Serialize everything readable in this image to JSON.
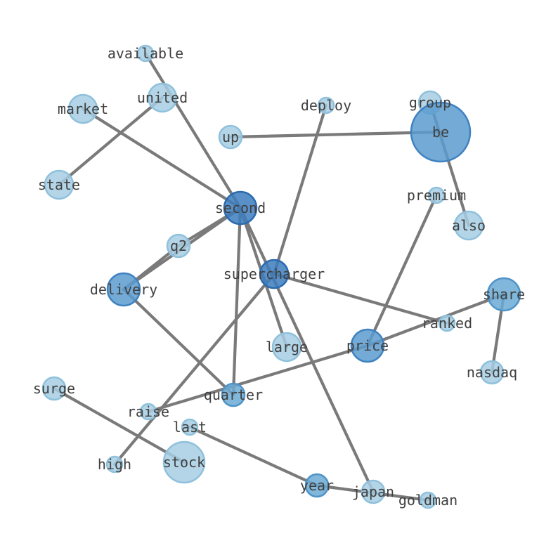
{
  "graph": {
    "nodes": [
      {
        "id": "available",
        "label": "available",
        "size": 1,
        "tone": 1
      },
      {
        "id": "united",
        "label": "united",
        "size": 3,
        "tone": 1
      },
      {
        "id": "market",
        "label": "market",
        "size": 3,
        "tone": 1
      },
      {
        "id": "state",
        "label": "state",
        "size": 3,
        "tone": 1
      },
      {
        "id": "deploy",
        "label": "deploy",
        "size": 1,
        "tone": 1
      },
      {
        "id": "group",
        "label": "group",
        "size": 2,
        "tone": 1
      },
      {
        "id": "be",
        "label": "be",
        "size": 8,
        "tone": 3
      },
      {
        "id": "up",
        "label": "up",
        "size": 2,
        "tone": 1
      },
      {
        "id": "premium",
        "label": "premium",
        "size": 1,
        "tone": 1
      },
      {
        "id": "also",
        "label": "also",
        "size": 3,
        "tone": 1
      },
      {
        "id": "second",
        "label": "second",
        "size": 4,
        "tone": 4
      },
      {
        "id": "q2",
        "label": "q2",
        "size": 2,
        "tone": 1
      },
      {
        "id": "supercharger",
        "label": "supercharger",
        "size": 3,
        "tone": 4
      },
      {
        "id": "delivery",
        "label": "delivery",
        "size": 4,
        "tone": 3
      },
      {
        "id": "share",
        "label": "share",
        "size": 4,
        "tone": 2
      },
      {
        "id": "ranked",
        "label": "ranked",
        "size": 1,
        "tone": 1
      },
      {
        "id": "large",
        "label": "large",
        "size": 3,
        "tone": 1
      },
      {
        "id": "price",
        "label": "price",
        "size": 4,
        "tone": 3
      },
      {
        "id": "nasdaq",
        "label": "nasdaq",
        "size": 2,
        "tone": 1
      },
      {
        "id": "surge",
        "label": "surge",
        "size": 2,
        "tone": 1
      },
      {
        "id": "quarter",
        "label": "quarter",
        "size": 2,
        "tone": 2
      },
      {
        "id": "raise",
        "label": "raise",
        "size": 1,
        "tone": 1
      },
      {
        "id": "last",
        "label": "last",
        "size": 1,
        "tone": 1
      },
      {
        "id": "stock",
        "label": "stock",
        "size": 5,
        "tone": 1
      },
      {
        "id": "high",
        "label": "high",
        "size": 1,
        "tone": 1
      },
      {
        "id": "year",
        "label": "year",
        "size": 2,
        "tone": 2
      },
      {
        "id": "japan",
        "label": "japan",
        "size": 2,
        "tone": 1
      },
      {
        "id": "goldman",
        "label": "goldman",
        "size": 1,
        "tone": 1
      }
    ],
    "edges": [
      [
        "available",
        "second"
      ],
      [
        "market",
        "second"
      ],
      [
        "united",
        "state"
      ],
      [
        "up",
        "be"
      ],
      [
        "group",
        "also"
      ],
      [
        "deploy",
        "supercharger"
      ],
      [
        "second",
        "q2"
      ],
      [
        "second",
        "delivery"
      ],
      [
        "second",
        "quarter"
      ],
      [
        "second",
        "large"
      ],
      [
        "second",
        "japan"
      ],
      [
        "q2",
        "delivery"
      ],
      [
        "delivery",
        "quarter"
      ],
      [
        "supercharger",
        "ranked"
      ],
      [
        "supercharger",
        "high"
      ],
      [
        "premium",
        "price"
      ],
      [
        "share",
        "price"
      ],
      [
        "share",
        "nasdaq"
      ],
      [
        "price",
        "raise"
      ],
      [
        "surge",
        "stock"
      ],
      [
        "last",
        "year"
      ],
      [
        "year",
        "goldman"
      ]
    ]
  },
  "colors": {
    "tone1_fill": "#a6cee3",
    "tone1_stroke": "#8fc0dc",
    "tone2_fill": "#6aaad4",
    "tone2_stroke": "#4f94c8",
    "tone3_fill": "#5b9bcf",
    "tone3_stroke": "#3f82c0",
    "tone4_fill": "#3c7dbe",
    "tone4_stroke": "#2a6aae",
    "edge": "#7a7a7a",
    "label": "#404040"
  }
}
